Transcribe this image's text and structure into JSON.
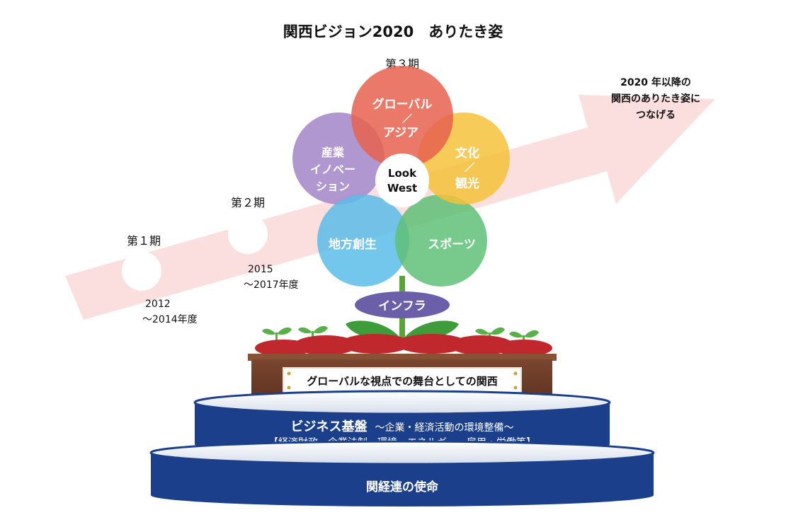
{
  "title": "関西ビジョン2020　ありたき姿",
  "arrow_text": [
    "2020 年以降の",
    "関西のありたき姿に",
    "つなげる"
  ],
  "phases": {
    "phase1": {
      "label": "第１期",
      "years": [
        "2012",
        "～2014年度"
      ]
    },
    "phase2": {
      "label": "第２期",
      "years": [
        "2015",
        "～2017年度"
      ]
    },
    "phase3": {
      "label": "第３期"
    }
  },
  "petals": {
    "global": [
      "グローバル",
      "／",
      "アジア"
    ],
    "culture": [
      "文化",
      "／",
      "観光"
    ],
    "sports": "スポーツ",
    "regional": "地方創生",
    "industry": [
      "産業",
      "イノベー",
      "ション"
    ]
  },
  "center": [
    "Look",
    "West"
  ],
  "infra_label": "インフラ",
  "planter_label": "グローバルな視点での舞台としての関西",
  "business": {
    "title": "ビジネス基盤",
    "subtitle": "～企業・経済活動の環境整備～",
    "detail": "【経済財政、企業法制、環境・エネルギー、雇用・労働等】"
  },
  "mission": "関経連の使命",
  "colors": {
    "arrow": "#fbdede",
    "global": "#e8614f",
    "culture": "#f4c23a",
    "sports": "#5fbf78",
    "regional": "#5bbce9",
    "industry": "#a98ccb",
    "infra": "#6a5fa8",
    "navy": "#1c3f8c",
    "soil": "#c0282e",
    "planter": "#6b3a26",
    "leaf": "#3f9c3a"
  }
}
